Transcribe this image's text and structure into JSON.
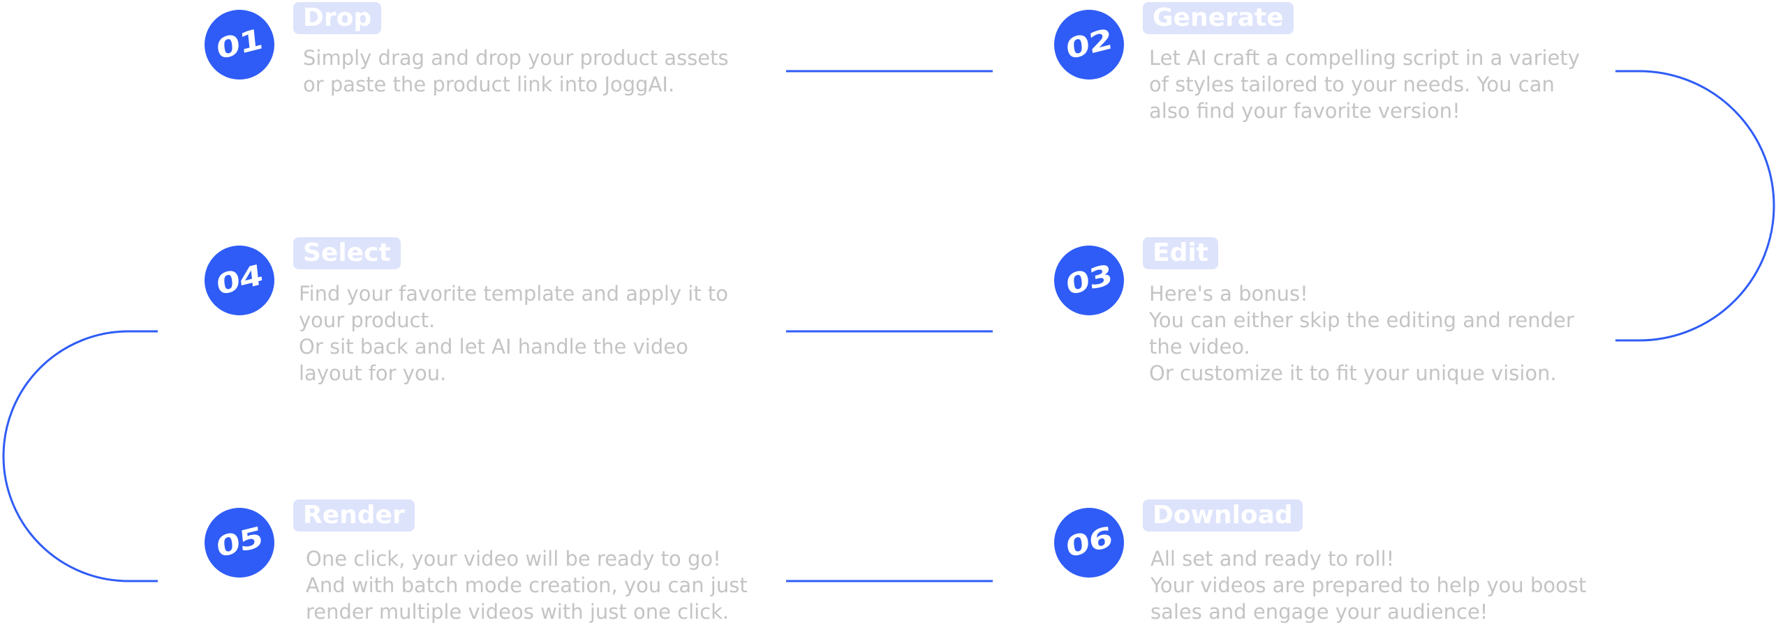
{
  "colors": {
    "accent": "#2f5cf6",
    "title_bg": "#dde3fb",
    "text": "#c4c4c4"
  },
  "steps": [
    {
      "number": "01",
      "title": "Drop",
      "lines": [
        "Simply drag and drop your product assets",
        "or paste the product link into JoggAI."
      ]
    },
    {
      "number": "02",
      "title": "Generate",
      "lines": [
        "Let AI craft a compelling script in a variety",
        "of styles tailored to your needs. You can",
        "also find your favorite version!"
      ]
    },
    {
      "number": "03",
      "title": "Edit",
      "lines": [
        "Here's a bonus!",
        "You can either skip the editing and render",
        "the video.",
        "Or customize it to fit your unique vision."
      ]
    },
    {
      "number": "04",
      "title": "Select",
      "lines": [
        "Find your favorite template and apply it to",
        "your product.",
        "Or sit back and let AI handle the video",
        "layout for you."
      ]
    },
    {
      "number": "05",
      "title": "Render",
      "lines": [
        "One click, your video will be ready to go!",
        "And with batch mode creation, you can just",
        "render multiple videos with just one click."
      ]
    },
    {
      "number": "06",
      "title": "Download",
      "lines": [
        "All set and ready to roll!",
        "Your videos are prepared to help you boost",
        "sales and engage your audience!"
      ]
    }
  ]
}
